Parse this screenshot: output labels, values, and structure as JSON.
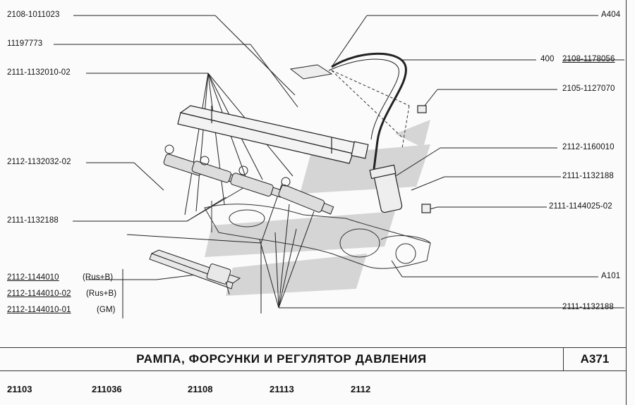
{
  "callouts_left": {
    "c1": "2108-1011023",
    "c2": "11197773",
    "c3": "2111-1132010-02",
    "c4": "2112-1132032-02",
    "c5": "2111-1132188"
  },
  "variants": {
    "v1": {
      "part": "2112-1144010",
      "note": "(Rus+B)"
    },
    "v2": {
      "part": "2112-1144010-02",
      "note": "(Rus+B)"
    },
    "v3": {
      "part": "2112-1144010-01",
      "note": "(GM)"
    }
  },
  "callouts_right": {
    "r1": "A404",
    "r2_qty": "400",
    "r2": "2108-1178056",
    "r3": "2105-1127070",
    "r4": "2112-1160010",
    "r5": "2111-1132188",
    "r6": "2111-1144025-02",
    "r7": "A101",
    "r8": "2111-1132188"
  },
  "title": "РАМПА, ФОРСУНКИ И РЕГУЛЯТОР ДАВЛЕНИЯ",
  "code": "A371",
  "models": [
    "21103",
    "211036",
    "21108",
    "21113",
    "2112"
  ],
  "colors": {
    "line": "#222222",
    "watermark": "#d2d2d2",
    "frame": "#333333"
  }
}
